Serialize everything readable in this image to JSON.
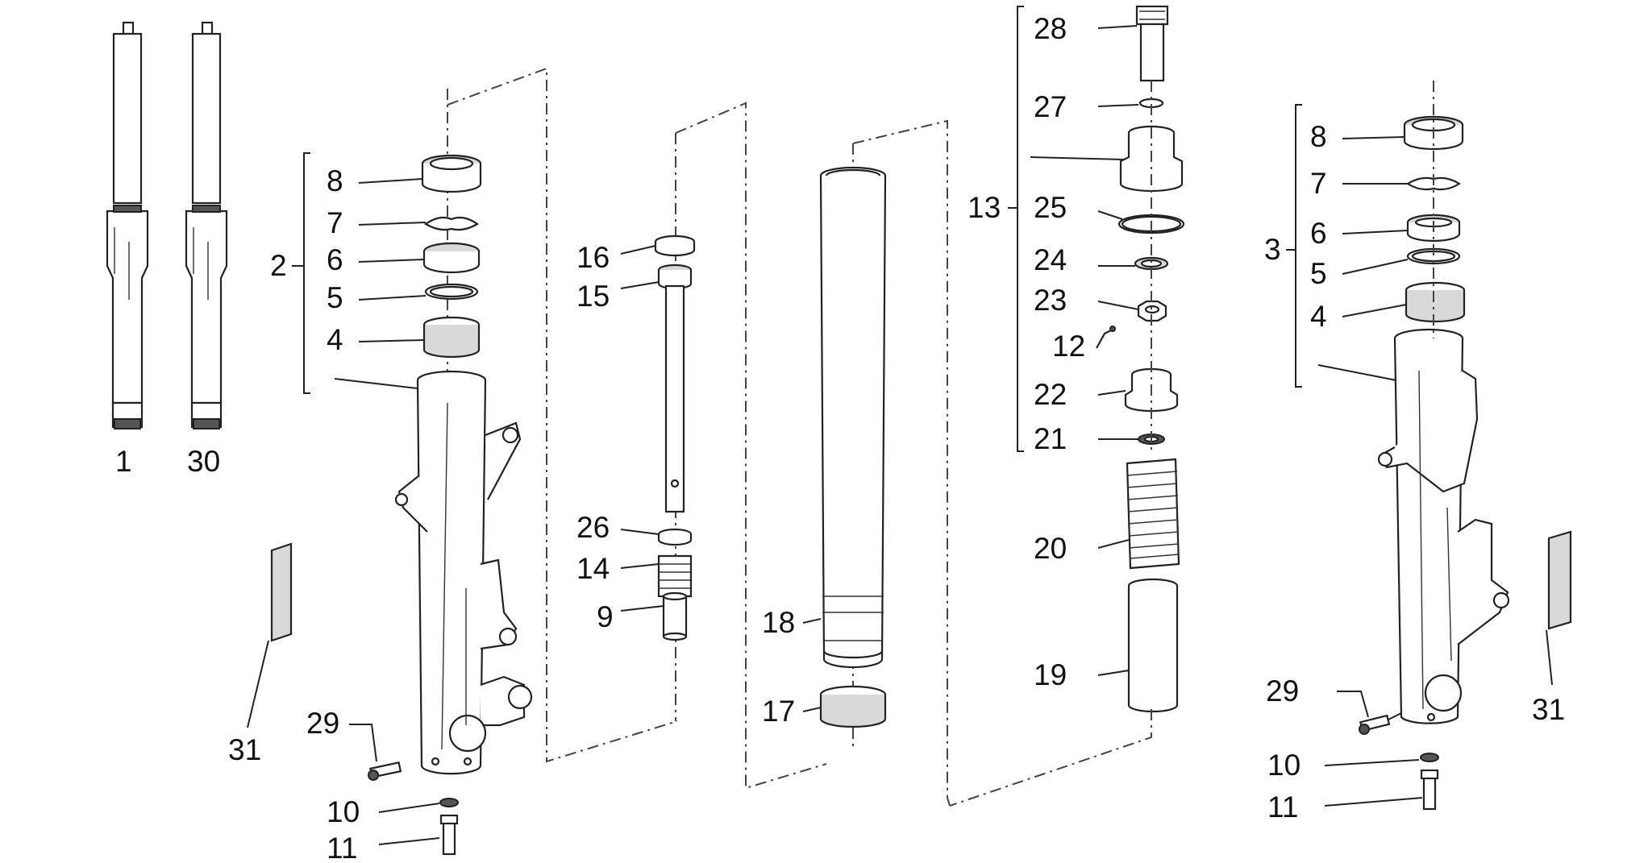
{
  "diagram": {
    "labels": {
      "l1": "1",
      "l30": "30",
      "lA8": "8",
      "lA7": "7",
      "lA2": "2",
      "lA6": "6",
      "lA5": "5",
      "lA4": "4",
      "l31a": "31",
      "l29a": "29",
      "l10a": "10",
      "l11a": "11",
      "l16": "16",
      "l15": "15",
      "l26": "26",
      "l14": "14",
      "l9": "9",
      "l18": "18",
      "l17": "17",
      "l28": "28",
      "l27": "27",
      "l13": "13",
      "l25": "25",
      "l24": "24",
      "l23": "23",
      "l12": "12",
      "l22": "22",
      "l21": "21",
      "l20": "20",
      "l19": "19",
      "lB8": "8",
      "lB7": "7",
      "lB3": "3",
      "lB6": "6",
      "lB5": "5",
      "lB4": "4",
      "l29b": "29",
      "l31b": "31",
      "l10b": "10",
      "l11b": "11"
    }
  }
}
